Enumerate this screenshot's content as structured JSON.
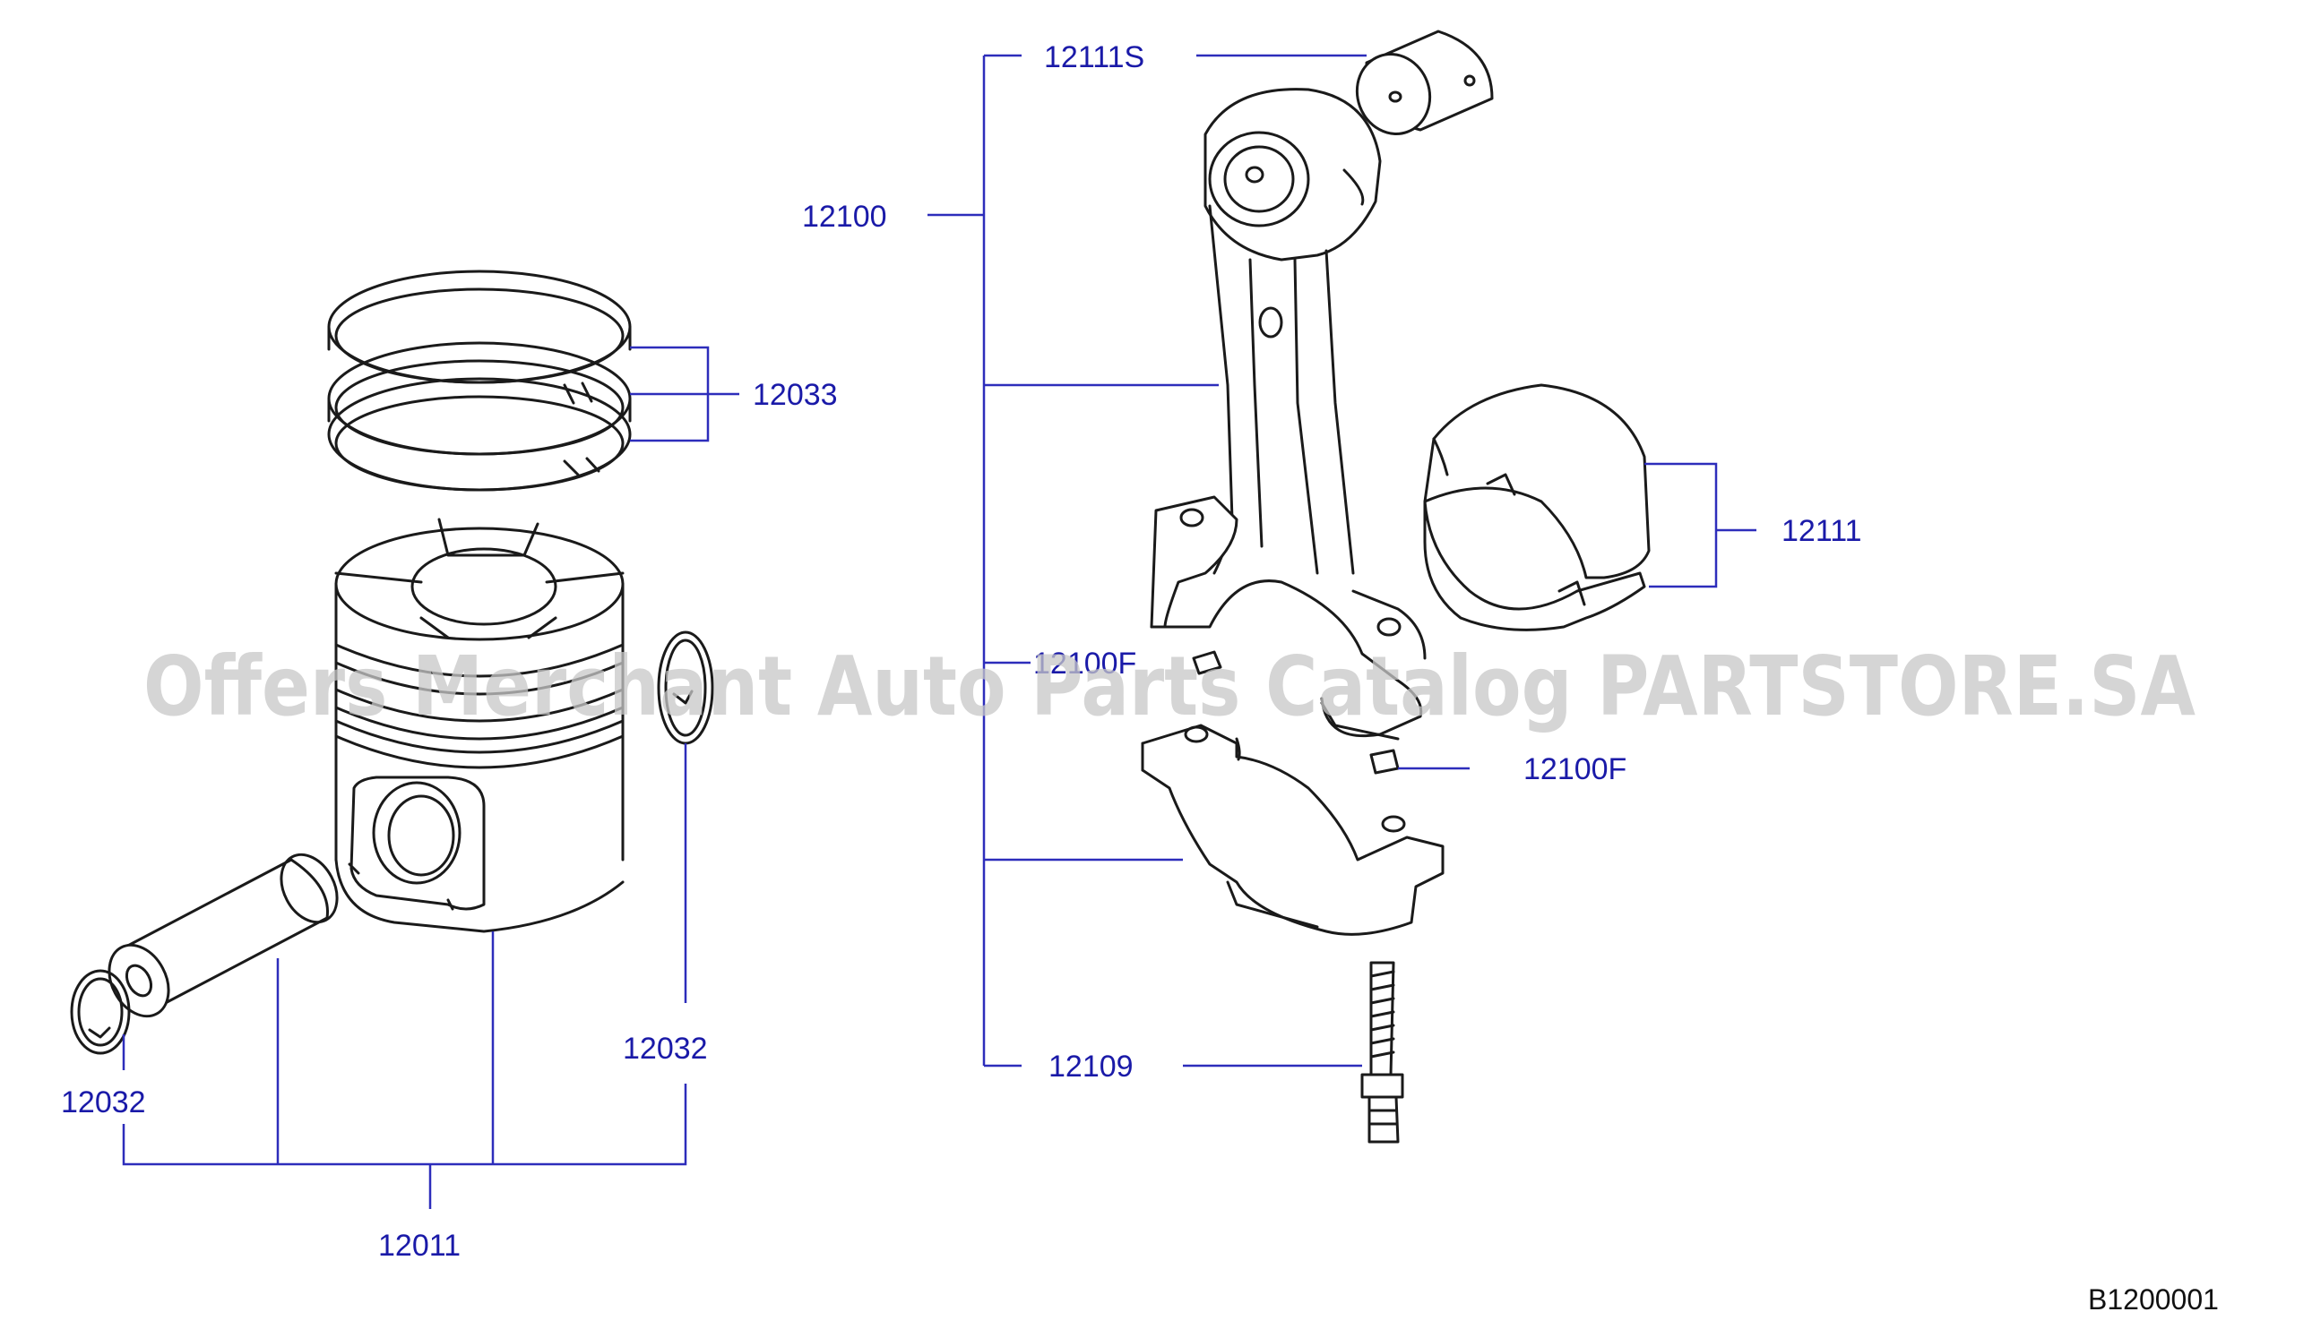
{
  "callouts": {
    "c_12111S": "12111S",
    "c_12100": "12100",
    "c_12033": "12033",
    "c_12111": "12111",
    "c_12100F_a": "12100F",
    "c_12100F_b": "12100F",
    "c_12032_left": "12032",
    "c_12032_right": "12032",
    "c_12109": "12109",
    "c_12011": "12011"
  },
  "watermark": "Offers Merchant Auto Parts Catalog PARTSTORE.SA",
  "diagram_code": "B1200001",
  "colors": {
    "callout": "#1a1aa8",
    "leader": "#2d2dbb",
    "line": "#1a1a1a",
    "watermark": "#c8c8c8"
  }
}
